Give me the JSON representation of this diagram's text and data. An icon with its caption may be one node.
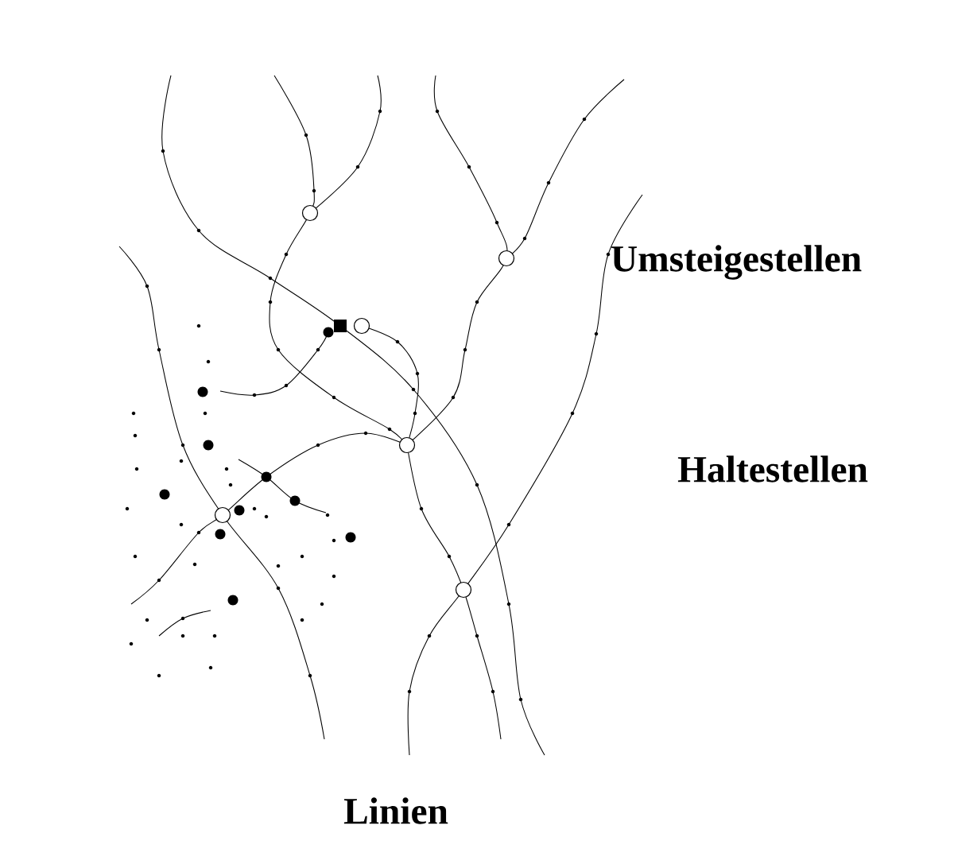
{
  "diagram": {
    "labels": [
      "Umsteigestellen",
      "Haltestellen",
      "Linien"
    ]
  }
}
